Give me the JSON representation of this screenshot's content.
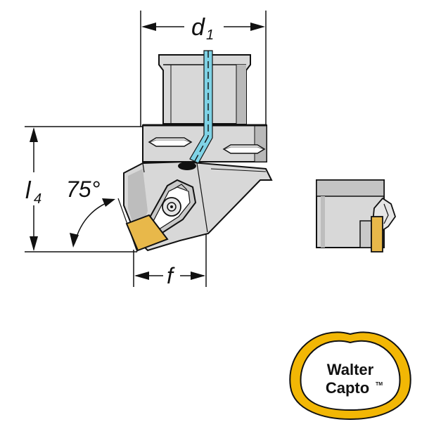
{
  "dimensions": {
    "d1_main": "d",
    "d1_sub": "1",
    "l4_main": "l",
    "l4_sub": "4",
    "angle": "75°",
    "f": "f"
  },
  "logo": {
    "line1": "Walter",
    "line2": "Capto",
    "mark": "TM",
    "ring_color": "#F2B705"
  },
  "colors": {
    "body": "#D8D8D8",
    "body_dark": "#A9A9A9",
    "coolant": "#7FD3E6",
    "insert": "#E8B84A",
    "outline": "#111111"
  }
}
